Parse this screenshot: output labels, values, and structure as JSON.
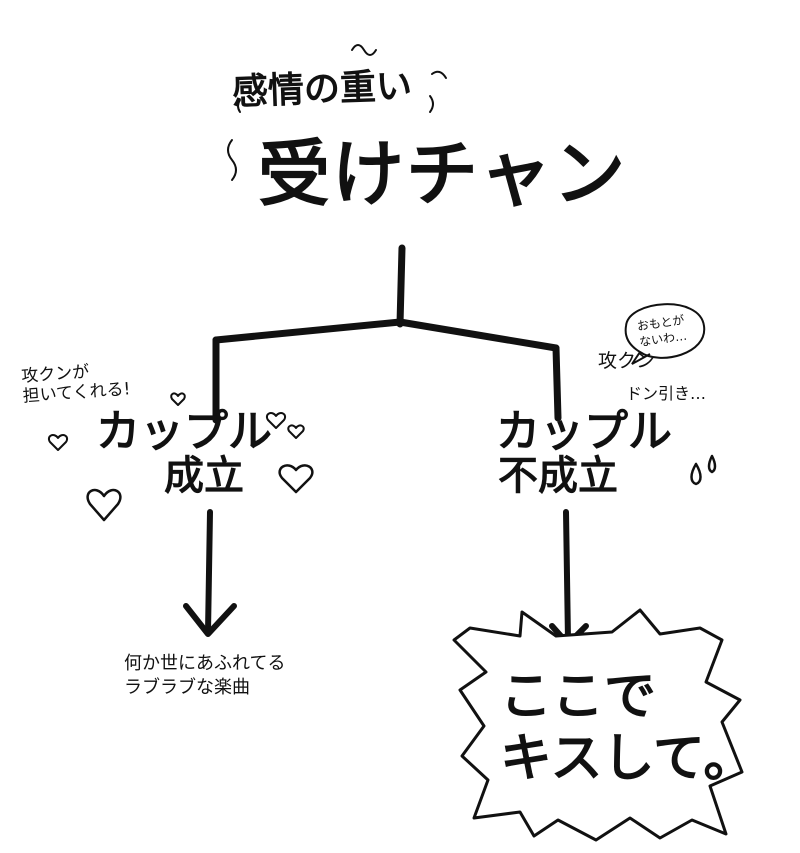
{
  "diagram": {
    "root": {
      "line1": "感情の重い",
      "line2": "受けチャン"
    },
    "left_branch": {
      "note": [
        "攻クンが",
        "担いてくれる!"
      ],
      "label_line1": "カップル",
      "label_line2": "成立",
      "result_lines": [
        "何か世にあふれてる",
        "ラブラブな楽曲"
      ]
    },
    "right_branch": {
      "bubble_lines": [
        "おもとが",
        "ないわ…"
      ],
      "note_line1": "攻クン",
      "note_line2": "ドン引き…",
      "label_line1": "カップル",
      "label_line2": "不成立",
      "result_lines": [
        "ここで",
        "キスして。"
      ]
    }
  },
  "colors": {
    "ink": "#111111",
    "background": "#ffffff"
  },
  "icons": [
    "heart-icon",
    "sweat-drop-icon",
    "wavy-steam-icon"
  ]
}
